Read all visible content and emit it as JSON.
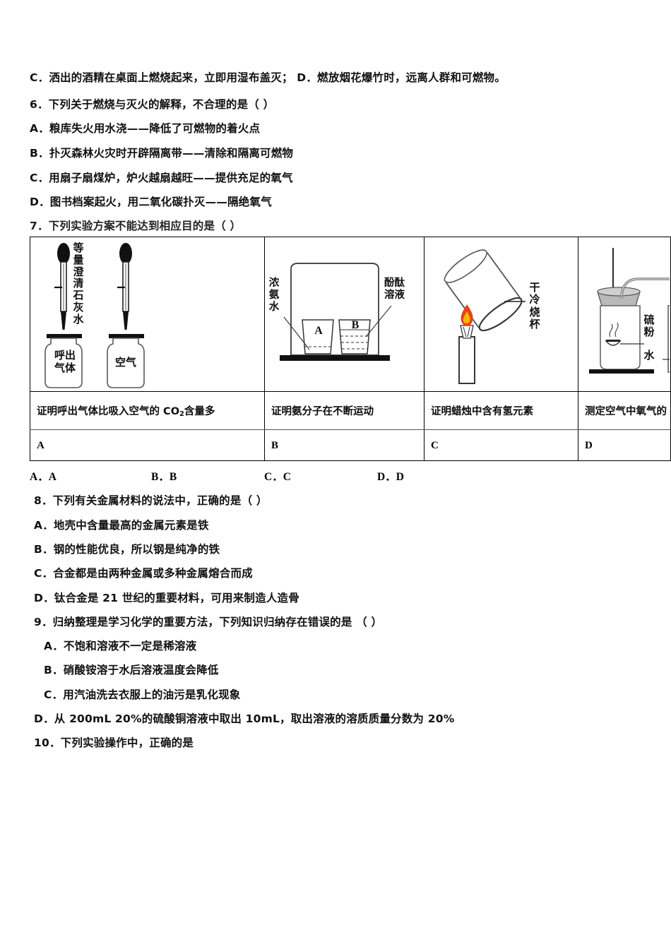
{
  "document": {
    "type": "chemistry-exam-paper",
    "language": "zh-CN"
  },
  "lines": {
    "q5_cd": "C．洒出的酒精在桌面上燃烧起来，立即用湿布盖灭；  D．燃放烟花爆竹时，远离人群和可燃物。",
    "q6_stem": "6．下列关于燃烧与灭火的解释，不合理的是（      ）",
    "q6_a": "A．粮库失火用水浇——降低了可燃物的着火点",
    "q6_b": "B．扑灭森林火灾时开辟隔离带——清除和隔离可燃物",
    "q6_c": "C．用扇子扇煤炉，炉火越扇越旺——提供充足的氧气",
    "q6_d": "D．图书档案起火，用二氧化碳扑灭——隔绝氧气",
    "q7_stem": "7．下列实验方案不能达到相应目的是（      ）",
    "q8_stem": "8．下列有关金属材料的说法中，正确的是（ ）",
    "q8_a": "A．地壳中含量最高的金属元素是铁",
    "q8_b": "B．钢的性能优良，所以钢是纯净的铁",
    "q8_c": "C．合金都是由两种金属或多种金属熔合而成",
    "q8_d": "D．钛合金是 21 世纪的重要材料，可用来制造人造骨",
    "q9_stem": "9．归纳整理是学习化学的重要方法，下列知识归纳存在错误的是 （ ）",
    "q9_a": "A．不饱和溶液不一定是稀溶液",
    "q9_b": "B．硝酸铵溶于水后溶液温度会降低",
    "q9_c": "C．用汽油洗去衣服上的油污是乳化现象",
    "q9_d": "D．从 200mL 20%的硫酸铜溶液中取出 10mL，取出溶液的溶质质量分数为 20%",
    "q10_stem": "10．下列实验操作中，正确的是"
  },
  "answer_row": {
    "a": "A．A",
    "b": "B．B",
    "c": "C．C",
    "d": "D．D"
  },
  "experiment_table": {
    "purposes": [
      "证明呼出气体比吸入空气的 CO",
      "证明氨分子在不断运动",
      "证明蜡烛中含有氢元素",
      "测定空气中氧气的"
    ],
    "purpose_1_prefix": "证明呼出气体比吸入空气的 CO",
    "purpose_1_sub": "2",
    "purpose_1_suffix": "含量多",
    "purpose_2": "证明氨分子在不断运动",
    "purpose_3": "证明蜡烛中含有氢元素",
    "purpose_4": "测定空气中氧气的",
    "letters": [
      "A",
      "B",
      "C",
      "D"
    ],
    "diagram_labels": {
      "panel1_limewater": "等量\n澄清\n石灰\n水",
      "panel1_bottle_left": "呼出\n气体",
      "panel1_bottle_right": "空气",
      "panel2_ammonia": "浓\n氨\n水",
      "panel2_phenolphthalein": "酚酞\n溶液",
      "panel2_beaker_a": "A",
      "panel2_beaker_b": "B",
      "panel3_beaker": "干\n冷\n烧\n杯",
      "panel4_sulfur": "硫\n粉",
      "panel4_water": "水"
    }
  },
  "colors": {
    "text": "#111111",
    "rule": "#000000",
    "flame_outer": "#e8401a",
    "flame_inner": "#ffb400",
    "glass": "#7a7a7a"
  }
}
